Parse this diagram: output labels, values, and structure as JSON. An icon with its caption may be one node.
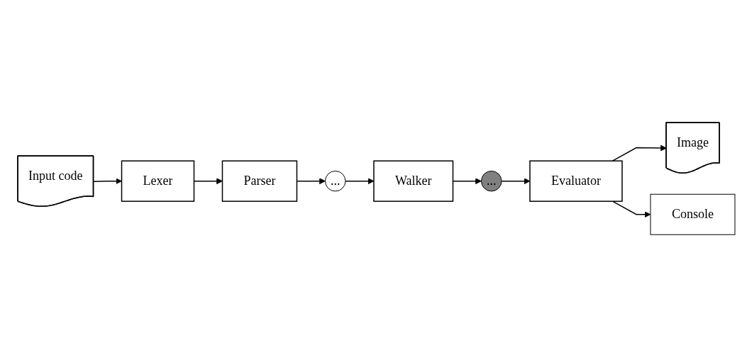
{
  "diagram": {
    "nodes": [
      {
        "text": [
          "Input code"
        ]
      },
      {
        "text": [
          "Lexer"
        ]
      },
      {
        "text": [
          "Parser"
        ]
      },
      {
        "text": [
          "..."
        ]
      },
      {
        "text": [
          "Walker"
        ]
      },
      {
        "text": [
          "..."
        ]
      },
      {
        "text": [
          "Evaluator"
        ]
      },
      {
        "text": [
          "Image"
        ]
      },
      {
        "text": [
          "Console"
        ]
      }
    ],
    "edges": [
      {
        "from": 0,
        "to": 1,
        "arrow": "to"
      },
      {
        "from": 1,
        "to": 2,
        "arrow": "to"
      },
      {
        "from": 2,
        "to": 3,
        "arrow": "to"
      },
      {
        "from": 3,
        "to": 4,
        "arrow": "to"
      },
      {
        "from": 4,
        "to": 5,
        "arrow": "to"
      },
      {
        "from": 5,
        "to": 6,
        "arrow": "to"
      },
      {
        "from": 6,
        "to": 7,
        "arrow": "to"
      },
      {
        "from": 6,
        "to": 8,
        "arrow": "to"
      }
    ]
  }
}
